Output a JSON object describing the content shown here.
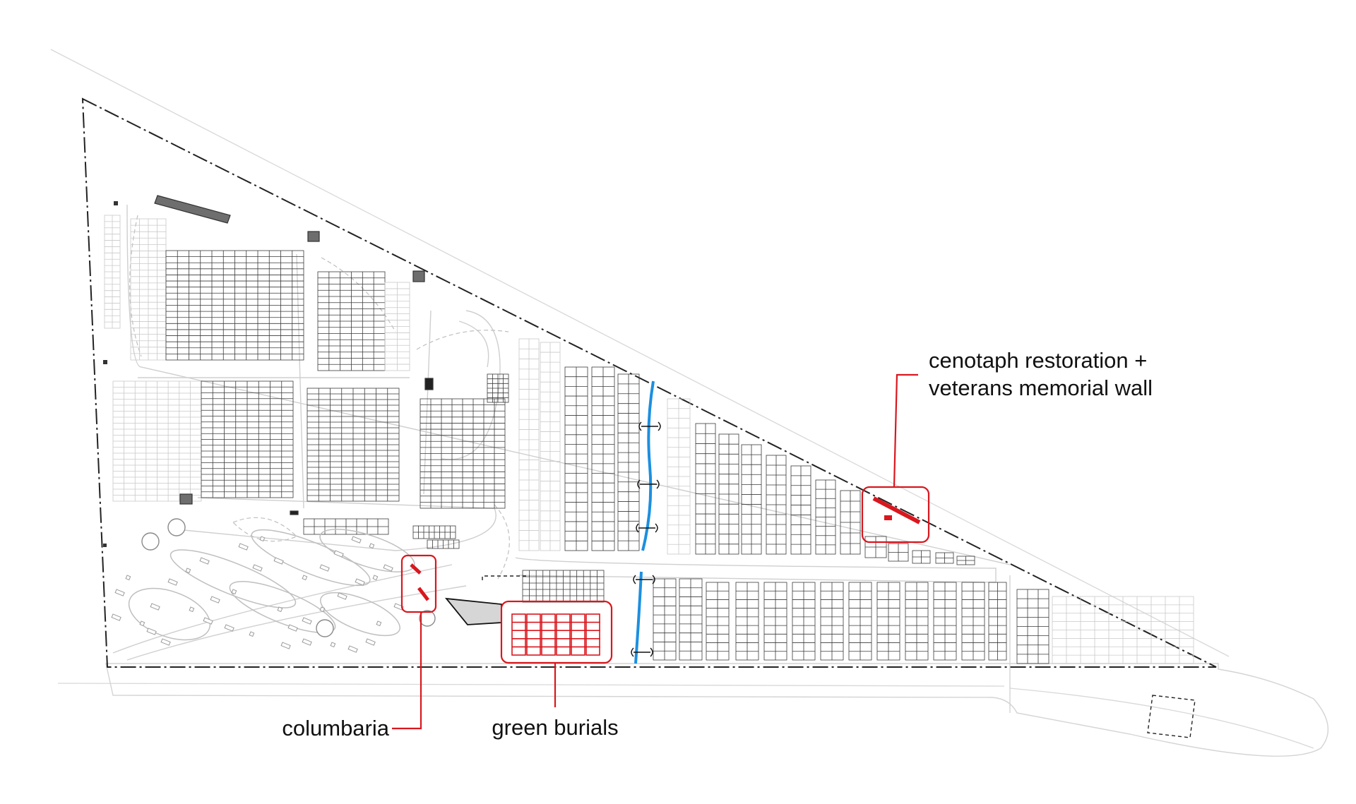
{
  "annotations": {
    "cenotaph": {
      "line1": "cenotaph restoration +",
      "line2": "veterans memorial wall"
    },
    "columbaria": {
      "label": "columbaria"
    },
    "green_burials": {
      "label": "green burials"
    }
  },
  "colors": {
    "highlight": "#d9171e",
    "water": "#1c8fdf",
    "plot_dark": "#3a3a3a",
    "plot_light": "#c9c9c9",
    "building": "#6e6e6e"
  }
}
